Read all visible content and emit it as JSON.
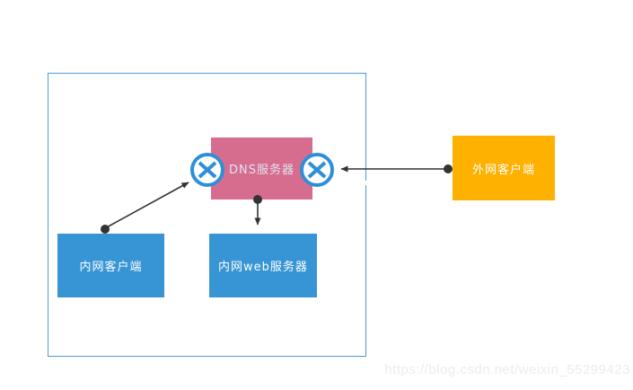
{
  "diagram": {
    "type": "network-topology",
    "nodes": {
      "dns_server": {
        "label": "DNS服务器",
        "fill": "#d76d8e",
        "text_color": "#dde5f2"
      },
      "intranet_client": {
        "label": "内网客户端",
        "fill": "#3795d5",
        "text_color": "#ffffff"
      },
      "intranet_web_server": {
        "label": "内网web服务器",
        "fill": "#3795d5",
        "text_color": "#ffffff"
      },
      "extranet_client": {
        "label": "外网客户端",
        "fill": "#ffb100",
        "text_color": "#ffffff"
      }
    },
    "icons": {
      "left_block": "blocked-circle-x-icon",
      "right_block": "blocked-circle-x-icon"
    },
    "edges": [
      {
        "from": "intranet_client",
        "to": "dns_server_left_block",
        "style": "arrow"
      },
      {
        "from": "dns_server",
        "to": "intranet_web_server",
        "style": "arrow"
      },
      {
        "from": "extranet_client",
        "to": "dns_server_right_block",
        "style": "arrow"
      }
    ],
    "colors": {
      "boundary_border": "#4c9bd6",
      "block_icon": "#2e8fd8",
      "arrow": "#333333"
    }
  },
  "watermark": {
    "text": "https://blog.csdn.net/weixin_55299423"
  }
}
